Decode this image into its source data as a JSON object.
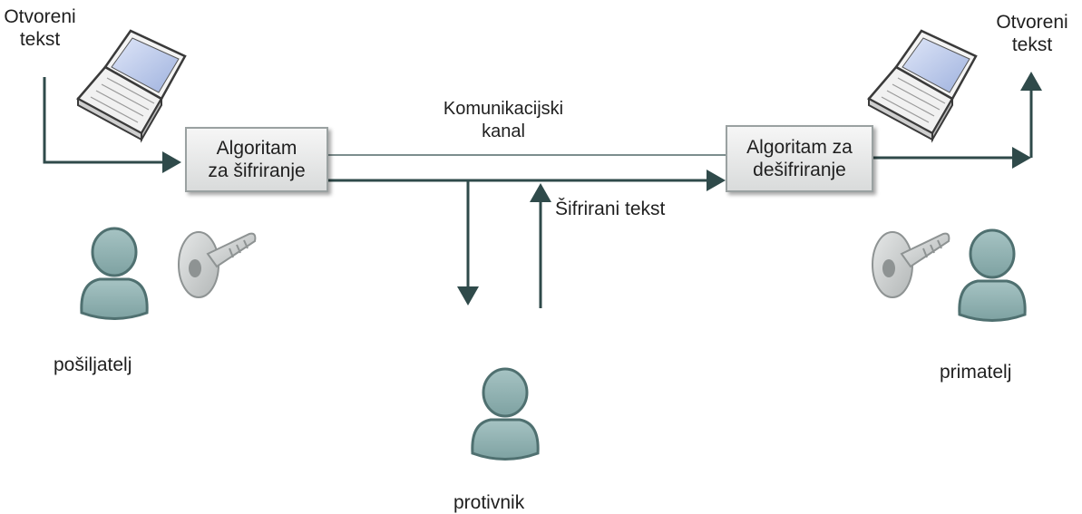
{
  "sender_plaintext": {
    "line1": "Otvoreni",
    "line2": "tekst"
  },
  "receiver_plaintext": {
    "line1": "Otvoreni",
    "line2": "tekst"
  },
  "encryption_box": {
    "line1": "Algoritam",
    "line2": "za šifriranje"
  },
  "decryption_box": {
    "line1": "Algoritam za",
    "line2": "dešifriranje"
  },
  "channel": {
    "line1": "Komunikacijski",
    "line2": "kanal"
  },
  "ciphertext_label": "Šifrirani tekst",
  "actors": {
    "sender": "pošiljatelj",
    "adversary": "protivnik",
    "receiver": "primatelj"
  },
  "colors": {
    "arrow": "#2f4a4a",
    "person": "#8fb1b1",
    "person_outline": "#4f7070",
    "key": "#c9cccc"
  },
  "icons": [
    "laptop-icon",
    "key-icon",
    "person-icon"
  ]
}
